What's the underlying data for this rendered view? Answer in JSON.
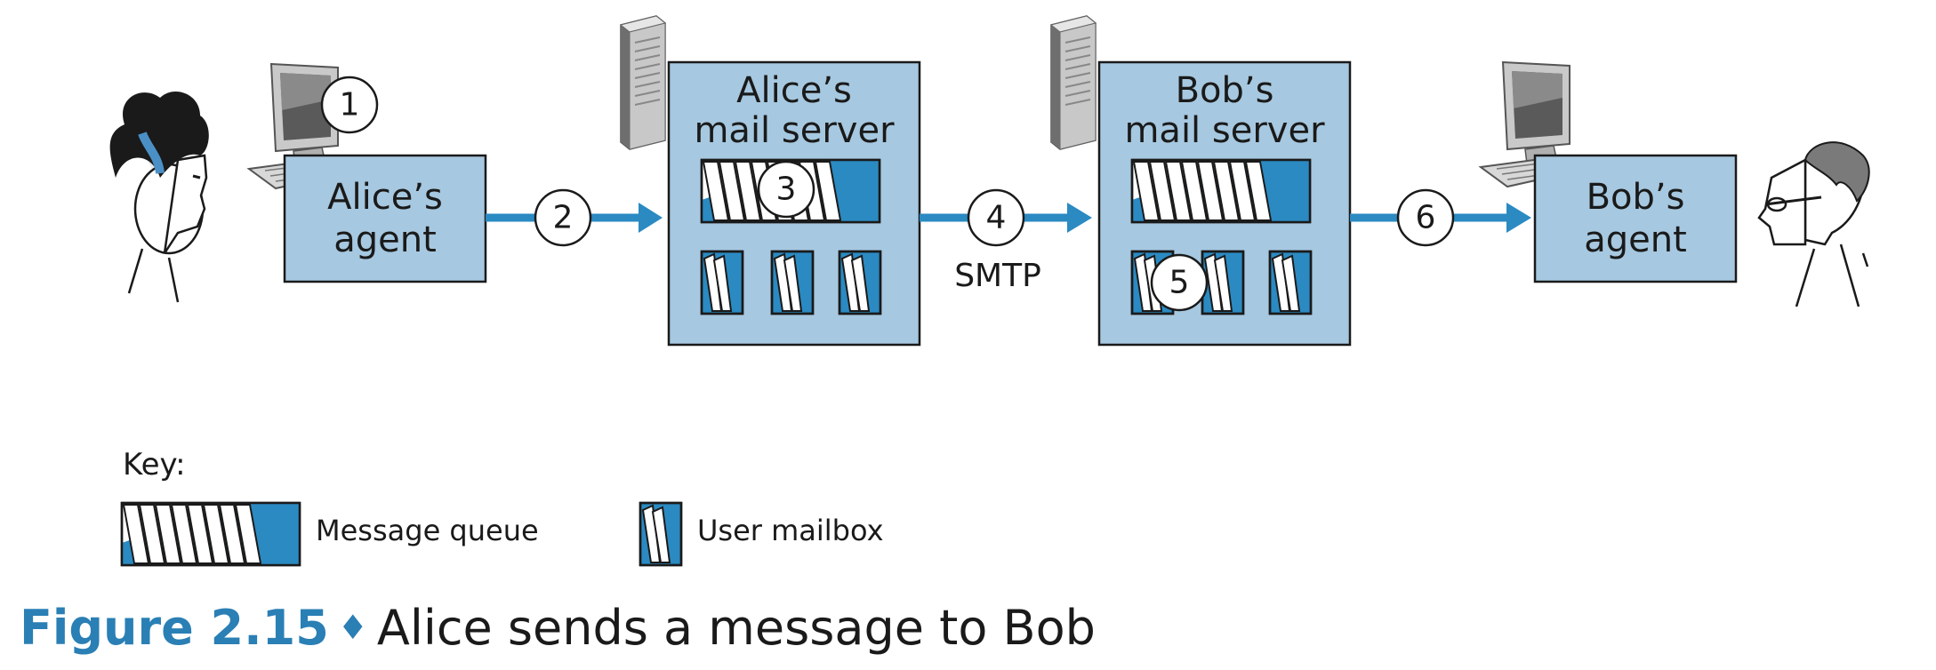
{
  "diagram": {
    "alice_agent_label": [
      "Alice’s",
      "agent"
    ],
    "alice_server_label": [
      "Alice’s",
      "mail server"
    ],
    "bob_server_label": [
      "Bob’s",
      "mail server"
    ],
    "bob_agent_label": [
      "Bob’s",
      "agent"
    ],
    "protocol_label": "SMTP",
    "steps": [
      "1",
      "2",
      "3",
      "4",
      "5",
      "6"
    ],
    "colors": {
      "box_fill": "#a6c8e0",
      "arrow": "#2b8ac2",
      "accent": "#2a7fb5"
    }
  },
  "key": {
    "title": "Key:",
    "message_queue_label": "Message queue",
    "user_mailbox_label": "User mailbox"
  },
  "caption": {
    "figure_number": "Figure 2.15",
    "separator": "♦",
    "text": "Alice sends a message to Bob"
  }
}
